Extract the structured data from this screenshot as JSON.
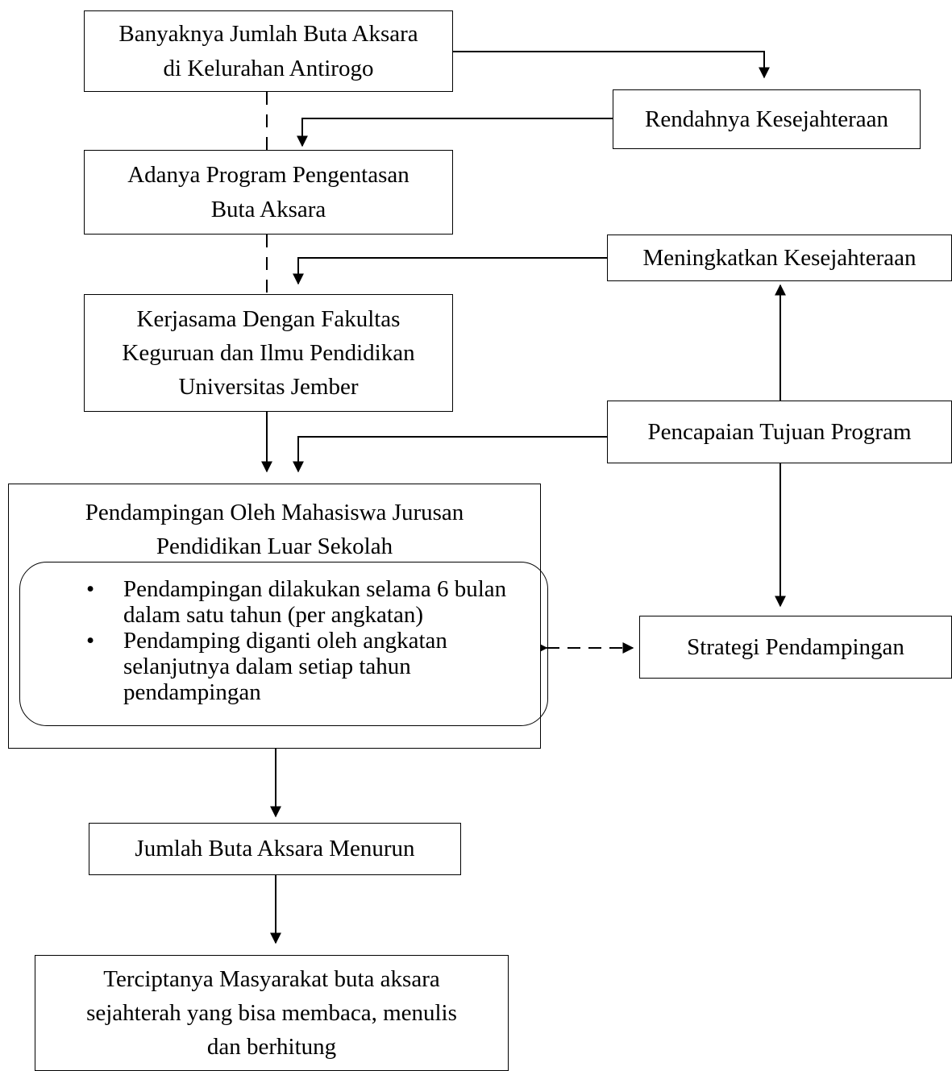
{
  "diagram": {
    "nodes": {
      "banyaknya": {
        "text": "Banyaknya Jumlah Buta Aksara\ndi Kelurahan Antirogo"
      },
      "rendahnya": {
        "text": "Rendahnya Kesejahteraan"
      },
      "program": {
        "text": "Adanya Program Pengentasan\nButa Aksara"
      },
      "meningkatkan": {
        "text": "Meningkatkan Kesejahteraan"
      },
      "kerjasama": {
        "text": "Kerjasama Dengan Fakultas\nKeguruan dan Ilmu Pendidikan\nUniversitas Jember"
      },
      "pencapaian": {
        "text": "Pencapaian Tujuan Program"
      },
      "pendampingan": {
        "title": "Pendampingan Oleh Mahasiswa Jurusan\nPendidikan Luar  Sekolah",
        "bullets": [
          "Pendampingan dilakukan selama 6 bulan dalam satu tahun (per angkatan)",
          "Pendamping diganti oleh angkatan selanjutnya dalam setiap tahun pendampingan"
        ]
      },
      "strategi": {
        "text": "Strategi Pendampingan"
      },
      "menurun": {
        "text": "Jumlah Buta Aksara Menurun"
      },
      "terciptanya": {
        "text": "Terciptanya Masyarakat buta aksara\nsejahterah yang bisa membaca, menulis\ndan berhitung"
      }
    },
    "connectors": [
      {
        "from": "banyaknya",
        "to": "rendahnya",
        "style": "solid"
      },
      {
        "from": "rendahnya",
        "to": "program",
        "style": "solid"
      },
      {
        "from": "banyaknya",
        "to": "program",
        "style": "dashed"
      },
      {
        "from": "program",
        "to": "kerjasama",
        "style": "dashed"
      },
      {
        "from": "meningkatkan",
        "to": "kerjasama",
        "style": "solid"
      },
      {
        "from": "kerjasama",
        "to": "pendampingan",
        "style": "solid"
      },
      {
        "from": "pencapaian",
        "to": "pendampingan",
        "style": "solid"
      },
      {
        "from": "pencapaian",
        "to": "meningkatkan",
        "style": "solid"
      },
      {
        "from": "pencapaian",
        "to": "strategi",
        "style": "solid"
      },
      {
        "from": "pendampingan",
        "to": "strategi",
        "style": "dashed-bidirectional"
      },
      {
        "from": "pendampingan",
        "to": "menurun",
        "style": "solid"
      },
      {
        "from": "menurun",
        "to": "terciptanya",
        "style": "solid"
      }
    ]
  }
}
